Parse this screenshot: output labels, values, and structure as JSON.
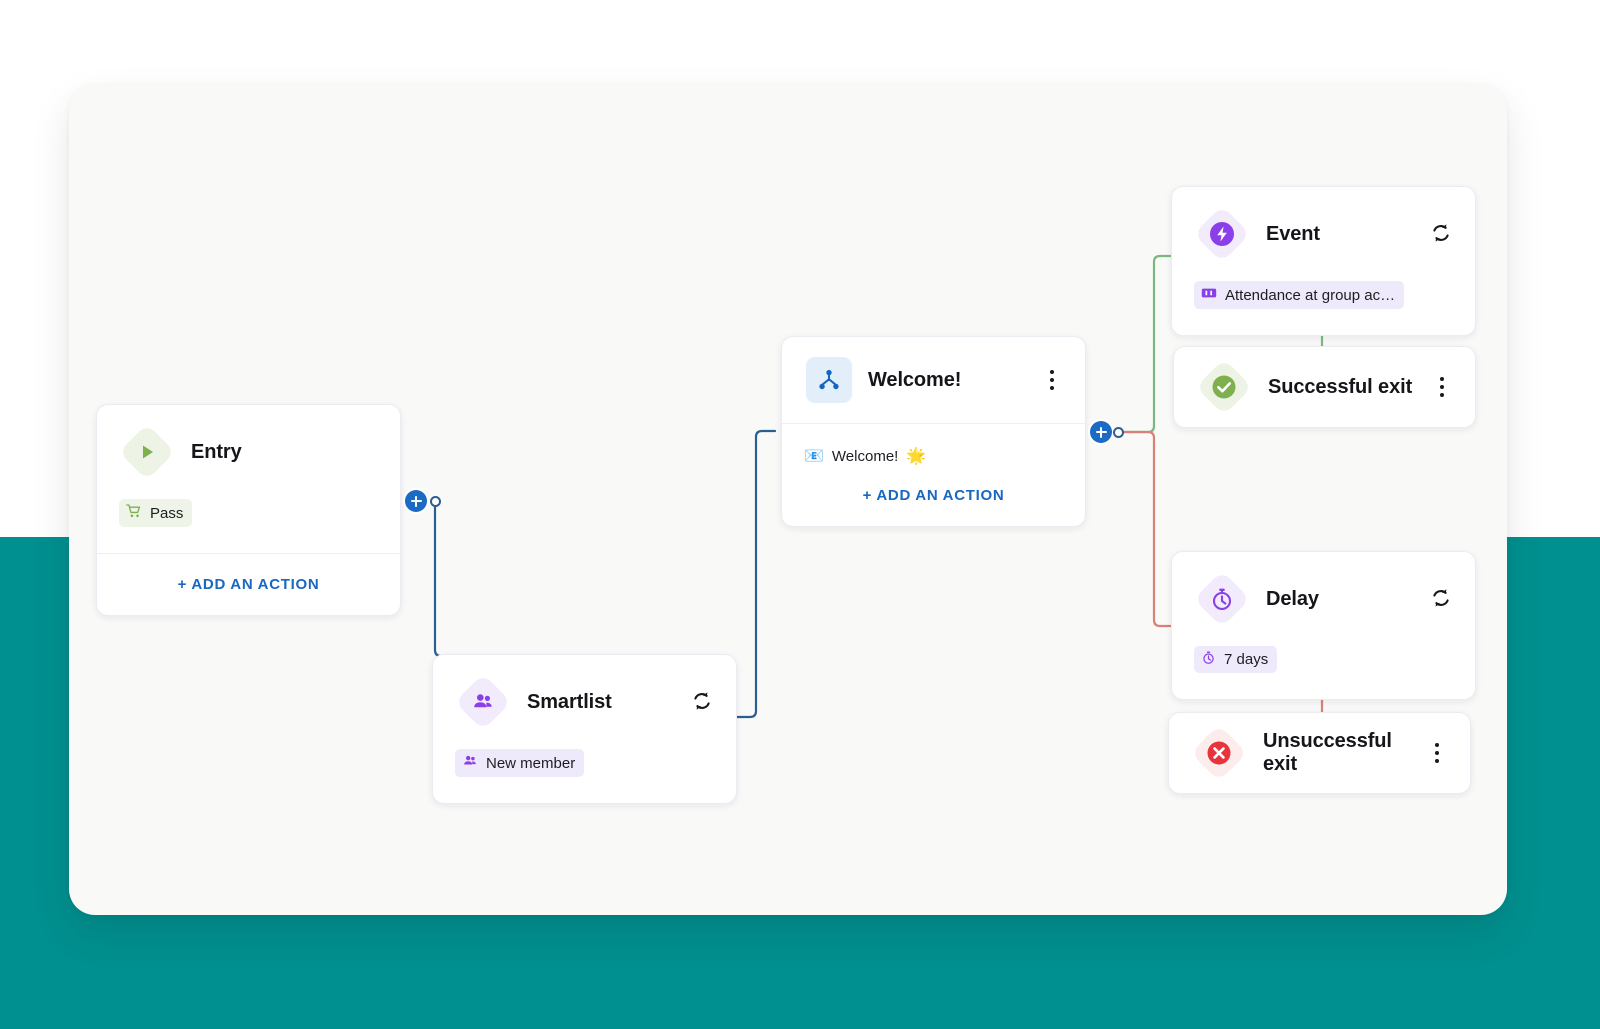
{
  "theme": {
    "page_background": "#ffffff",
    "accent_teal": "#00908F",
    "canvas_background": "#F9F9F8",
    "link_blue": "#1867C0",
    "edge_blue": "#2C5E92",
    "edge_green": "#7CB77F",
    "edge_red": "#D98177",
    "purple": "#8B3FE8",
    "green": "#7FB04F",
    "red": "#E8323C"
  },
  "canvas": {
    "name": "journey-builder-canvas",
    "nodes": [
      {
        "id": "entry",
        "title": "Entry",
        "icon": "play-icon",
        "badge_style": "green",
        "chip": {
          "label": "Pass",
          "icon": "shopping-cart-icon",
          "style": "green"
        },
        "add_action_label": "+ ADD AN ACTION",
        "has_add_action": true,
        "has_kebab": false,
        "has_sync": false
      },
      {
        "id": "smartlist",
        "title": "Smartlist",
        "icon": "people-icon",
        "badge_style": "purple",
        "chip": {
          "label": "New member",
          "icon": "people-icon",
          "style": "purple"
        },
        "has_add_action": false,
        "has_kebab": false,
        "has_sync": true,
        "sync_icon": "sync-icon"
      },
      {
        "id": "welcome",
        "title": "Welcome!",
        "icon": "workflow-icon",
        "badge_style": "blue-square",
        "chip": {
          "label": "Welcome!",
          "icon": "envelope-emoji",
          "trailing_emoji": "sparkle-emoji",
          "style": "plain"
        },
        "add_action_label": "+ ADD AN ACTION",
        "has_add_action": true,
        "has_kebab": true,
        "has_sync": false
      },
      {
        "id": "event",
        "title": "Event",
        "icon": "lightning-bolt-icon",
        "badge_style": "purple",
        "chip": {
          "label": "Attendance at group ac…",
          "icon": "ticket-icon",
          "style": "purple"
        },
        "has_add_action": false,
        "has_kebab": false,
        "has_sync": true,
        "sync_icon": "sync-icon"
      },
      {
        "id": "successful-exit",
        "title": "Successful exit",
        "icon": "check-circle-icon",
        "badge_style": "green",
        "has_add_action": false,
        "has_kebab": true,
        "has_sync": false
      },
      {
        "id": "delay",
        "title": "Delay",
        "icon": "stopwatch-icon",
        "badge_style": "purple",
        "chip": {
          "label": "7 days",
          "icon": "stopwatch-icon",
          "style": "purple"
        },
        "has_add_action": false,
        "has_kebab": false,
        "has_sync": true,
        "sync_icon": "sync-icon"
      },
      {
        "id": "unsuccessful-exit",
        "title": "Unsuccessful exit",
        "icon": "x-circle-icon",
        "badge_style": "red",
        "has_add_action": false,
        "has_kebab": true,
        "has_sync": false
      }
    ],
    "connectors": [
      {
        "from": "entry",
        "to": "smartlist",
        "color": "#2C5E92",
        "kind": "blue"
      },
      {
        "from": "smartlist",
        "to": "welcome",
        "color": "#2C5E92",
        "kind": "blue"
      },
      {
        "from": "welcome",
        "to": "event",
        "color": "#7CB77F",
        "kind": "success"
      },
      {
        "from": "event",
        "to": "successful-exit",
        "color": "#7CB77F",
        "kind": "success"
      },
      {
        "from": "welcome",
        "to": "delay",
        "color": "#D98177",
        "kind": "failure"
      },
      {
        "from": "delay",
        "to": "unsuccessful-exit",
        "color": "#D98177",
        "kind": "failure"
      }
    ],
    "add_buttons": [
      {
        "id": "add-after-entry",
        "label": "+"
      },
      {
        "id": "add-after-welcome",
        "label": "+"
      }
    ]
  }
}
